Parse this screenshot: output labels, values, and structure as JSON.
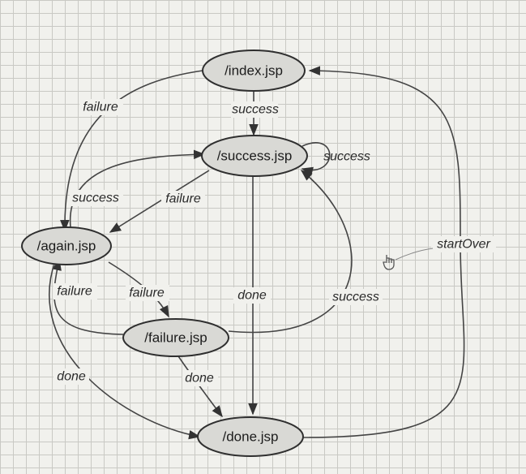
{
  "diagram": {
    "nodes": [
      {
        "id": "index",
        "label": "/index.jsp"
      },
      {
        "id": "success",
        "label": "/success.jsp"
      },
      {
        "id": "again",
        "label": "/again.jsp"
      },
      {
        "id": "failure",
        "label": "/failure.jsp"
      },
      {
        "id": "done",
        "label": "/done.jsp"
      }
    ],
    "edges": [
      {
        "id": "index-success",
        "from": "/index.jsp",
        "to": "/success.jsp",
        "label": "success"
      },
      {
        "id": "index-again",
        "from": "/index.jsp",
        "to": "/again.jsp",
        "label": "failure"
      },
      {
        "id": "success-self",
        "from": "/success.jsp",
        "to": "/success.jsp",
        "label": "success"
      },
      {
        "id": "success-again",
        "from": "/success.jsp",
        "to": "/again.jsp",
        "label": "failure"
      },
      {
        "id": "again-success",
        "from": "/again.jsp",
        "to": "/success.jsp",
        "label": "success"
      },
      {
        "id": "success-done",
        "from": "/success.jsp",
        "to": "/done.jsp",
        "label": "done"
      },
      {
        "id": "again-failure",
        "from": "/again.jsp",
        "to": "/failure.jsp",
        "label": "failure"
      },
      {
        "id": "failure-again",
        "from": "/failure.jsp",
        "to": "/again.jsp",
        "label": "failure"
      },
      {
        "id": "failure-success",
        "from": "/failure.jsp",
        "to": "/success.jsp",
        "label": "success"
      },
      {
        "id": "failure-done",
        "from": "/failure.jsp",
        "to": "/done.jsp",
        "label": "done"
      },
      {
        "id": "again-done",
        "from": "/again.jsp",
        "to": "/done.jsp",
        "label": "done"
      },
      {
        "id": "done-index",
        "from": "/done.jsp",
        "to": "/index.jsp",
        "label": "startOver"
      }
    ]
  },
  "colors": {
    "background": "#f1f1ed",
    "grid": "#c9c9c4",
    "node_fill": "#d9d9d5",
    "stroke": "#2f2f2f"
  },
  "icons": {
    "cursor": "hand-pointer-icon"
  }
}
